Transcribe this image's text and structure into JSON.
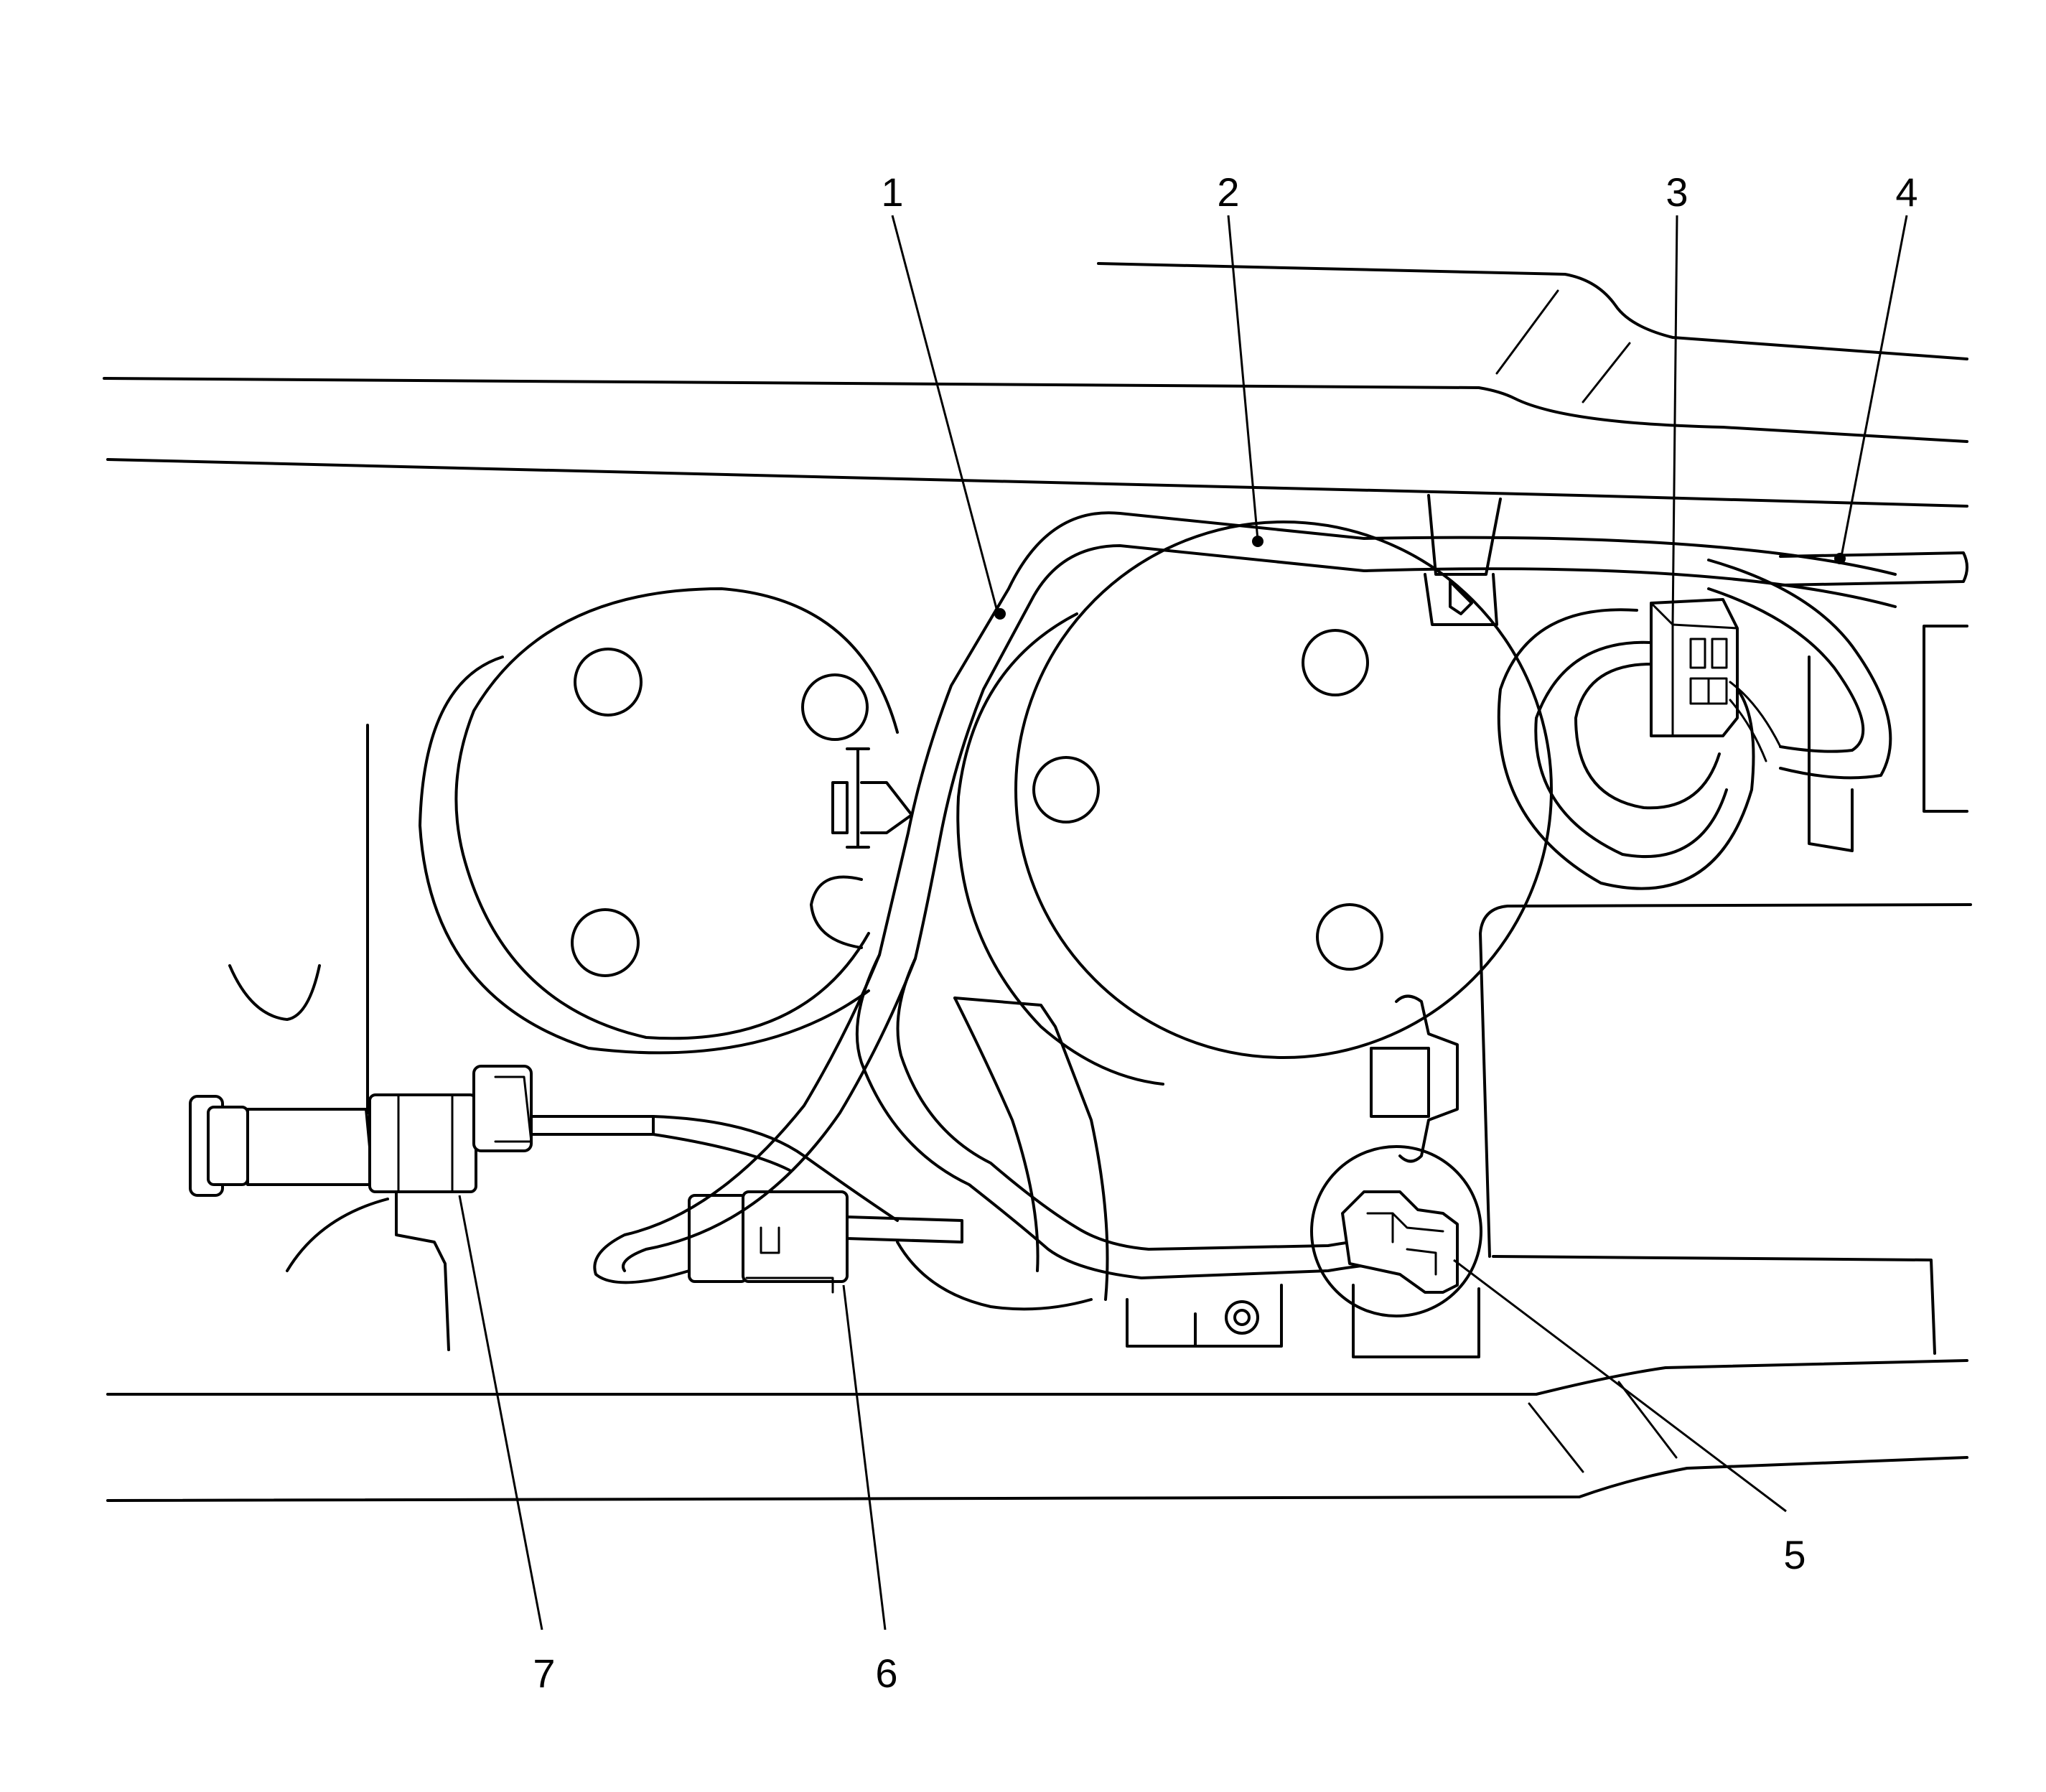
{
  "callouts": [
    {
      "id": "1",
      "label": "1"
    },
    {
      "id": "2",
      "label": "2"
    },
    {
      "id": "3",
      "label": "3"
    },
    {
      "id": "4",
      "label": "4"
    },
    {
      "id": "5",
      "label": "5"
    },
    {
      "id": "6",
      "label": "6"
    },
    {
      "id": "7",
      "label": "7"
    }
  ],
  "style": {
    "line_color": "#000000",
    "background": "#ffffff"
  }
}
